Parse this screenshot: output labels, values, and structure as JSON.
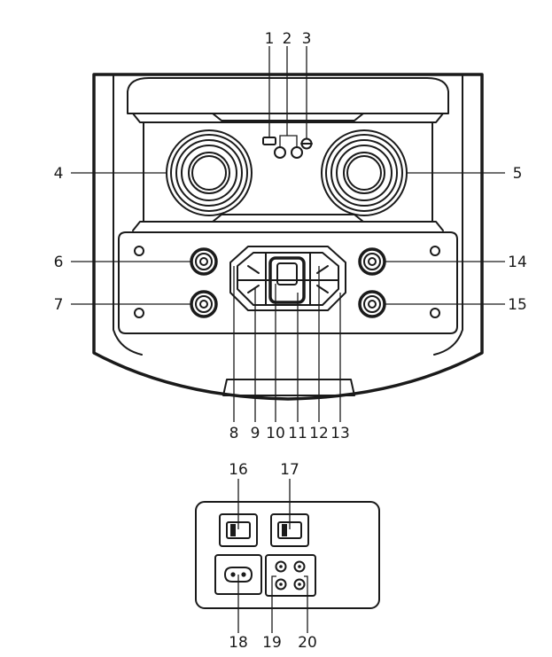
{
  "figure": {
    "callouts": {
      "c1": "1",
      "c2": "2",
      "c3": "3",
      "c4": "4",
      "c5": "5",
      "c6": "6",
      "c7": "7",
      "c8": "8",
      "c9": "9",
      "c10": "10",
      "c11": "11",
      "c12": "12",
      "c13": "13",
      "c14": "14",
      "c15": "15",
      "c16": "16",
      "c17": "17",
      "c18": "18",
      "c19": "19",
      "c20": "20"
    }
  }
}
